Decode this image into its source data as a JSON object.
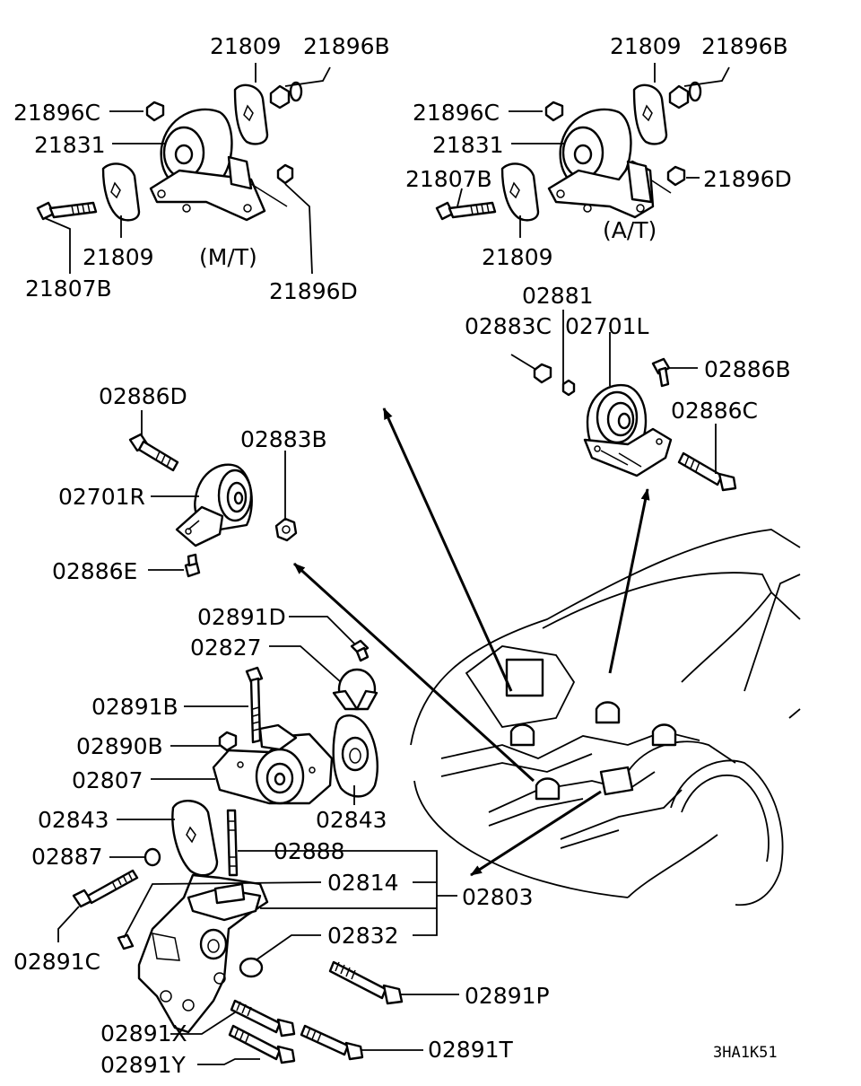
{
  "diagram_code": "3HA1K51",
  "labels": {
    "mt_21809_a": "21809",
    "mt_21896B": "21896B",
    "mt_21896C": "21896C",
    "mt_21831": "21831",
    "mt_21809_b": "21809",
    "mt_mt": "(M/T)",
    "mt_21807B": "21807B",
    "mt_21896D": "21896D",
    "at_21809_a": "21809",
    "at_21896B": "21896B",
    "at_21896C": "21896C",
    "at_21831": "21831",
    "at_21807B": "21807B",
    "at_21896D": "21896D",
    "at_at": "(A/T)",
    "at_21809_b": "21809",
    "l_02881": "02881",
    "l_02883C": "02883C",
    "l_02701L": "02701L",
    "l_02886B": "02886B",
    "l_02886C": "02886C",
    "r_02886D": "02886D",
    "r_02883B": "02883B",
    "r_02701R": "02701R",
    "r_02886E": "02886E",
    "f_02891D": "02891D",
    "f_02827": "02827",
    "f_02891B": "02891B",
    "f_02890B": "02890B",
    "f_02807": "02807",
    "f_02843_a": "02843",
    "f_02843_b": "02843",
    "f_02887": "02887",
    "f_02888": "02888",
    "f_02814": "02814",
    "f_02803": "02803",
    "f_02832": "02832",
    "f_02891C": "02891C",
    "f_02891P": "02891P",
    "f_02891X": "02891X",
    "f_02891T": "02891T",
    "f_02891Y": "02891Y"
  }
}
